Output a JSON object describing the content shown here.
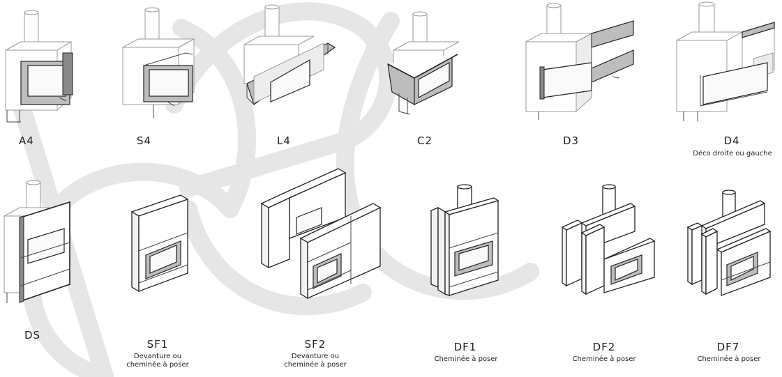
{
  "colors": {
    "watermark": "#e6e6e6",
    "outline": "#222222",
    "glass": "#bdbdbd"
  },
  "models": [
    {
      "code": "A4",
      "subtitle": ""
    },
    {
      "code": "S4",
      "subtitle": ""
    },
    {
      "code": "L4",
      "subtitle": ""
    },
    {
      "code": "C2",
      "subtitle": ""
    },
    {
      "code": "D3",
      "subtitle": ""
    },
    {
      "code": "D4",
      "subtitle": "Déco droite ou gauche"
    },
    {
      "code": "DS",
      "subtitle": ""
    },
    {
      "code": "SF1",
      "subtitle": "Devanture ou\ncheminée à poser"
    },
    {
      "code": "SF2",
      "subtitle": "Devanture ou\ncheminée à poser"
    },
    {
      "code": "DF1",
      "subtitle": "Cheminée à poser"
    },
    {
      "code": "DF2",
      "subtitle": "Cheminée à poser"
    },
    {
      "code": "DF7",
      "subtitle": "Cheminée à poser"
    }
  ]
}
